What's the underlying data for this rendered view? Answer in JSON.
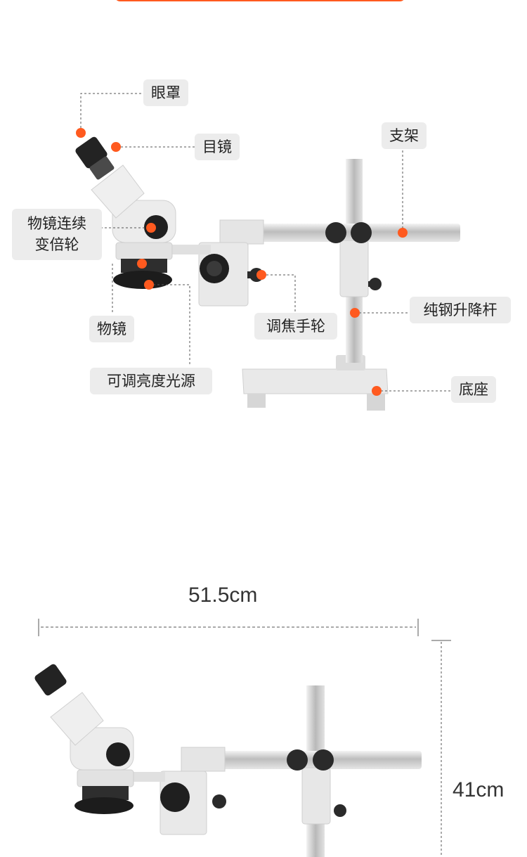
{
  "colors": {
    "accent": "#ff5a1f",
    "label_bg": "#ececec",
    "text": "#222222"
  },
  "parts": {
    "eyecup": "眼罩",
    "eyepiece": "目镜",
    "stand": "支架",
    "zoom_knob_line1": "物镜连续",
    "zoom_knob_line2": "变倍轮",
    "focus_knob": "调焦手轮",
    "steel_column": "纯钢升降杆",
    "objective": "物镜",
    "light_source": "可调亮度光源",
    "base": "底座"
  },
  "dimensions": {
    "width": "51.5cm",
    "height": "41cm"
  }
}
